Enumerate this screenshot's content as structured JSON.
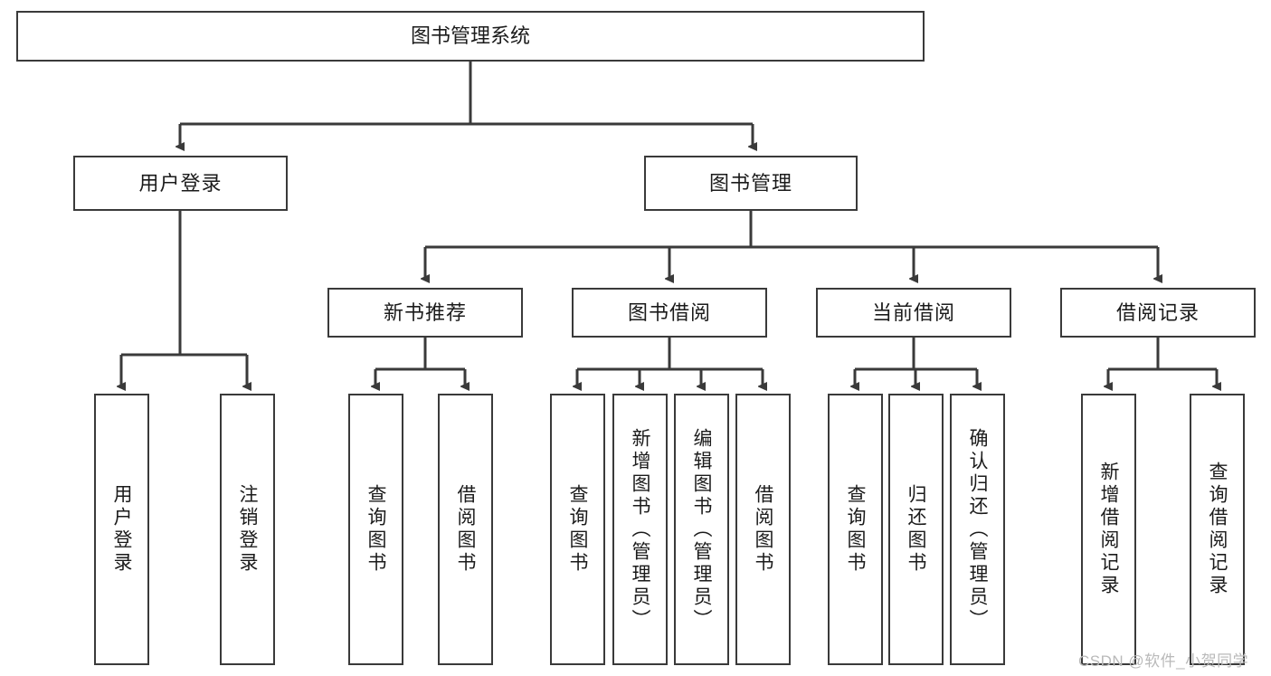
{
  "diagram": {
    "title_node": {
      "label": "图书管理系统"
    },
    "level2": [
      {
        "id": "user-login",
        "label": "用户登录"
      },
      {
        "id": "book-management",
        "label": "图书管理"
      }
    ],
    "level3": [
      {
        "id": "new-book-recommend",
        "label": "新书推荐"
      },
      {
        "id": "book-borrow",
        "label": "图书借阅"
      },
      {
        "id": "current-borrow",
        "label": "当前借阅"
      },
      {
        "id": "borrow-record",
        "label": "借阅记录"
      }
    ],
    "leaves": [
      {
        "id": "leaf-user-login",
        "label": "用户登录",
        "parent": "user-login"
      },
      {
        "id": "leaf-logout-login",
        "label": "注销登录",
        "parent": "user-login"
      },
      {
        "id": "leaf-query-book-1",
        "label": "查询图书",
        "parent": "new-book-recommend"
      },
      {
        "id": "leaf-borrow-book-1",
        "label": "借阅图书",
        "parent": "new-book-recommend"
      },
      {
        "id": "leaf-query-book-2",
        "label": "查询图书",
        "parent": "book-borrow"
      },
      {
        "id": "leaf-add-book",
        "label": "新增图书（管理员）",
        "parent": "book-borrow"
      },
      {
        "id": "leaf-edit-book",
        "label": "编辑图书（管理员）",
        "parent": "book-borrow"
      },
      {
        "id": "leaf-borrow-book-2",
        "label": "借阅图书",
        "parent": "book-borrow"
      },
      {
        "id": "leaf-query-book-3",
        "label": "查询图书",
        "parent": "current-borrow"
      },
      {
        "id": "leaf-return-book",
        "label": "归还图书",
        "parent": "current-borrow"
      },
      {
        "id": "leaf-confirm-return",
        "label": "确认归还（管理员）",
        "parent": "current-borrow"
      },
      {
        "id": "leaf-add-record",
        "label": "新增借阅记录",
        "parent": "borrow-record"
      },
      {
        "id": "leaf-query-record",
        "label": "查询借阅记录",
        "parent": "borrow-record"
      }
    ],
    "colors": {
      "stroke": "#3a3a3a",
      "fill": "#ffffff",
      "text": "#1b1b1b",
      "watermark": "#b9b9b9"
    }
  },
  "watermark": {
    "text": "CSDN @软件_小贺同学"
  }
}
